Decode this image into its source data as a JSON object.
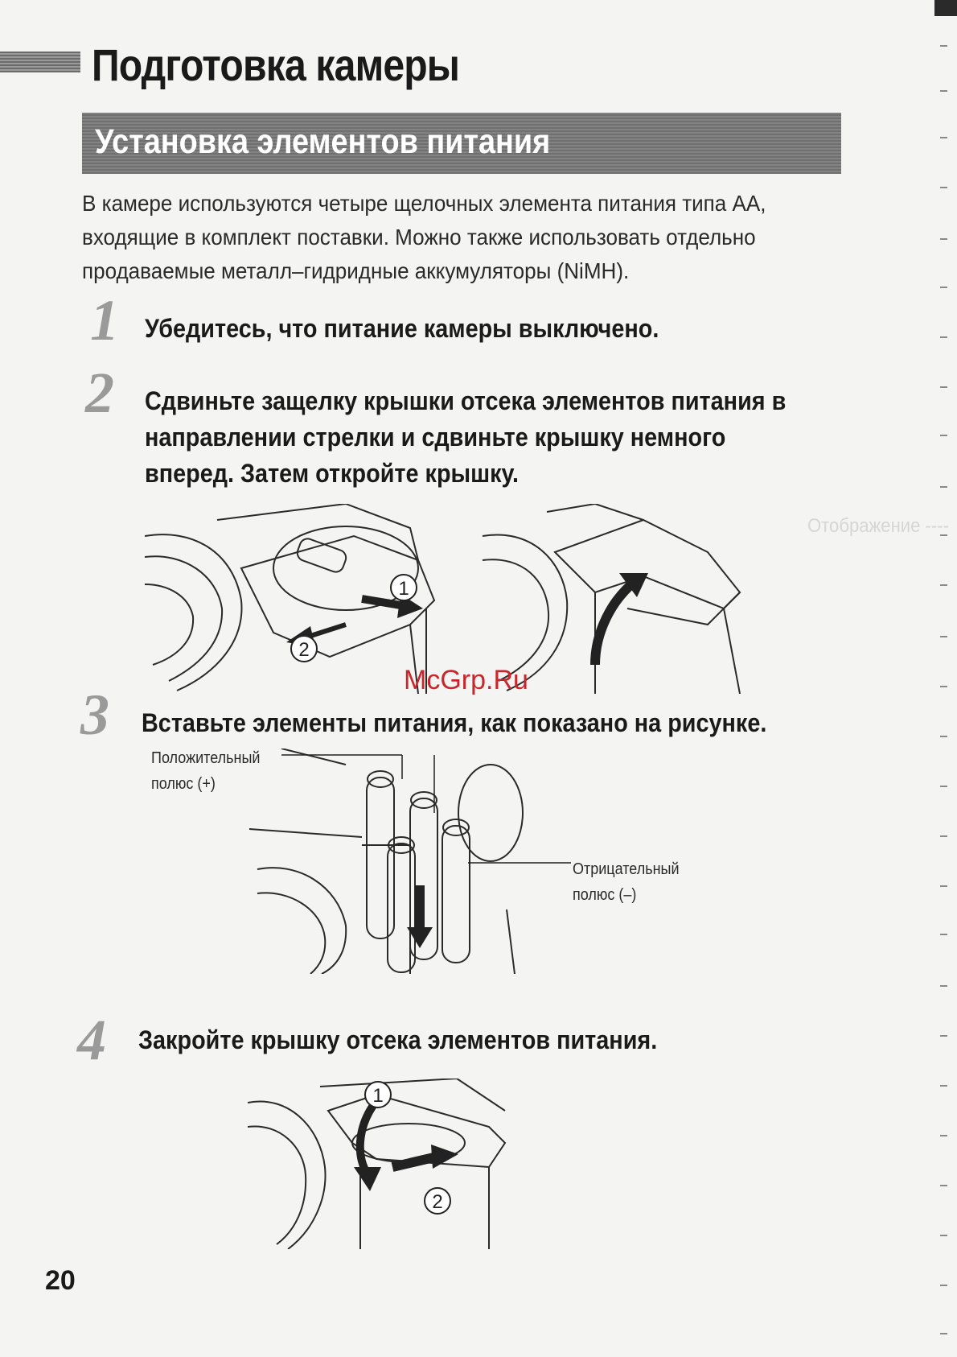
{
  "page": {
    "title": "Подготовка камеры",
    "section_title": "Установка элементов питания",
    "intro": "В камере используются четыре щелочных элемента питания типа АА, входящие в комплект поставки. Можно также использовать отдельно продаваемые металл–гидридные аккумуляторы (NiMH).",
    "page_number": "20",
    "watermark": "McGrp.Ru"
  },
  "steps": [
    {
      "number": "1",
      "text": "Убедитесь, что питание камеры выключено."
    },
    {
      "number": "2",
      "text": "Сдвиньте защелку крышки отсека элементов питания в направлении стрелки и сдвиньте крышку немного вперед. Затем откройте крышку."
    },
    {
      "number": "3",
      "text": "Вставьте элементы питания, как показано на рисунке."
    },
    {
      "number": "4",
      "text": "Закройте крышку отсека элементов питания."
    }
  ],
  "figure_labels": {
    "positive_terminal": "Положительный\nполюс (+)",
    "negative_terminal": "Отрицательный\nполюс (–)",
    "marker_1": "1",
    "marker_2": "2"
  }
}
